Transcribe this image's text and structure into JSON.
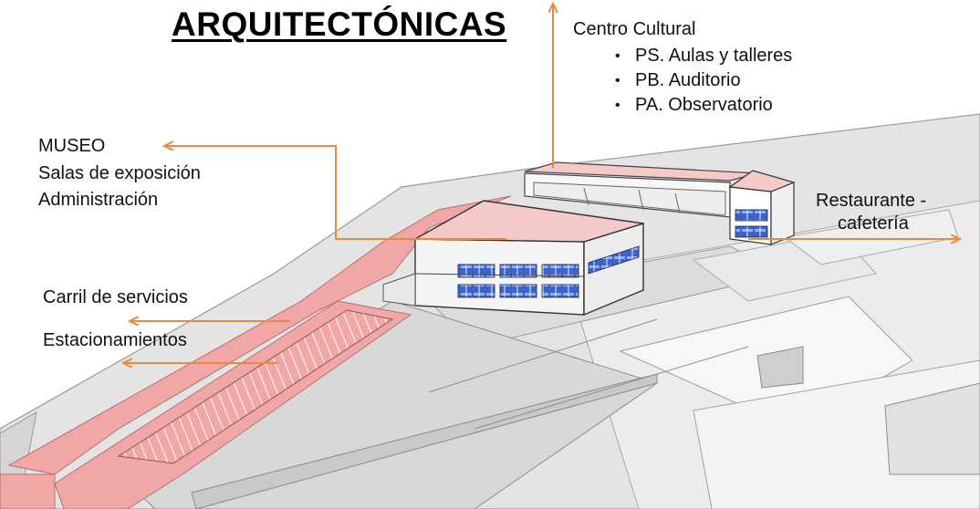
{
  "title": "ARQUITECTÓNICAS",
  "labels": {
    "centro_cultural": {
      "heading": "Centro Cultural",
      "items": [
        "PS. Aulas y talleres",
        "PB. Auditorio",
        "PA. Observatorio"
      ]
    },
    "museo": {
      "lines": [
        "MUSEO",
        "Salas de exposición",
        "Administración"
      ]
    },
    "restaurante": {
      "lines": [
        "Restaurante -",
        "cafetería"
      ]
    },
    "carril": "Carril de servicios",
    "estacionamientos": "Estacionamientos"
  },
  "colors": {
    "arrow": "#f0883c",
    "highlight_pink": "#f2a7a7",
    "roof_pink": "#f6c9c9",
    "ground_gray": "#e1e1e1",
    "window_blue": "#3d63c8"
  }
}
